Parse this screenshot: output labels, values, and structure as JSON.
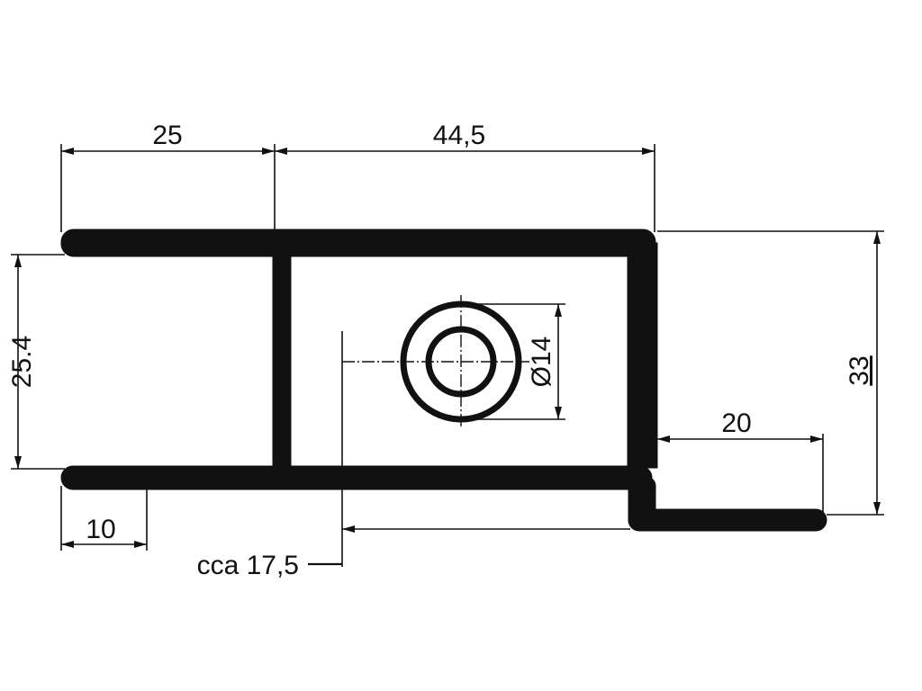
{
  "dimensions": {
    "top_left_width": "25",
    "top_right_width": "44,5",
    "left_height": "25.4",
    "right_height": "33",
    "bottom_left_width": "10",
    "step_width": "20",
    "hole_diameter": "Ø14",
    "hole_offset": "cca 17,5"
  },
  "colors": {
    "line": "#111111",
    "background": "#ffffff"
  }
}
